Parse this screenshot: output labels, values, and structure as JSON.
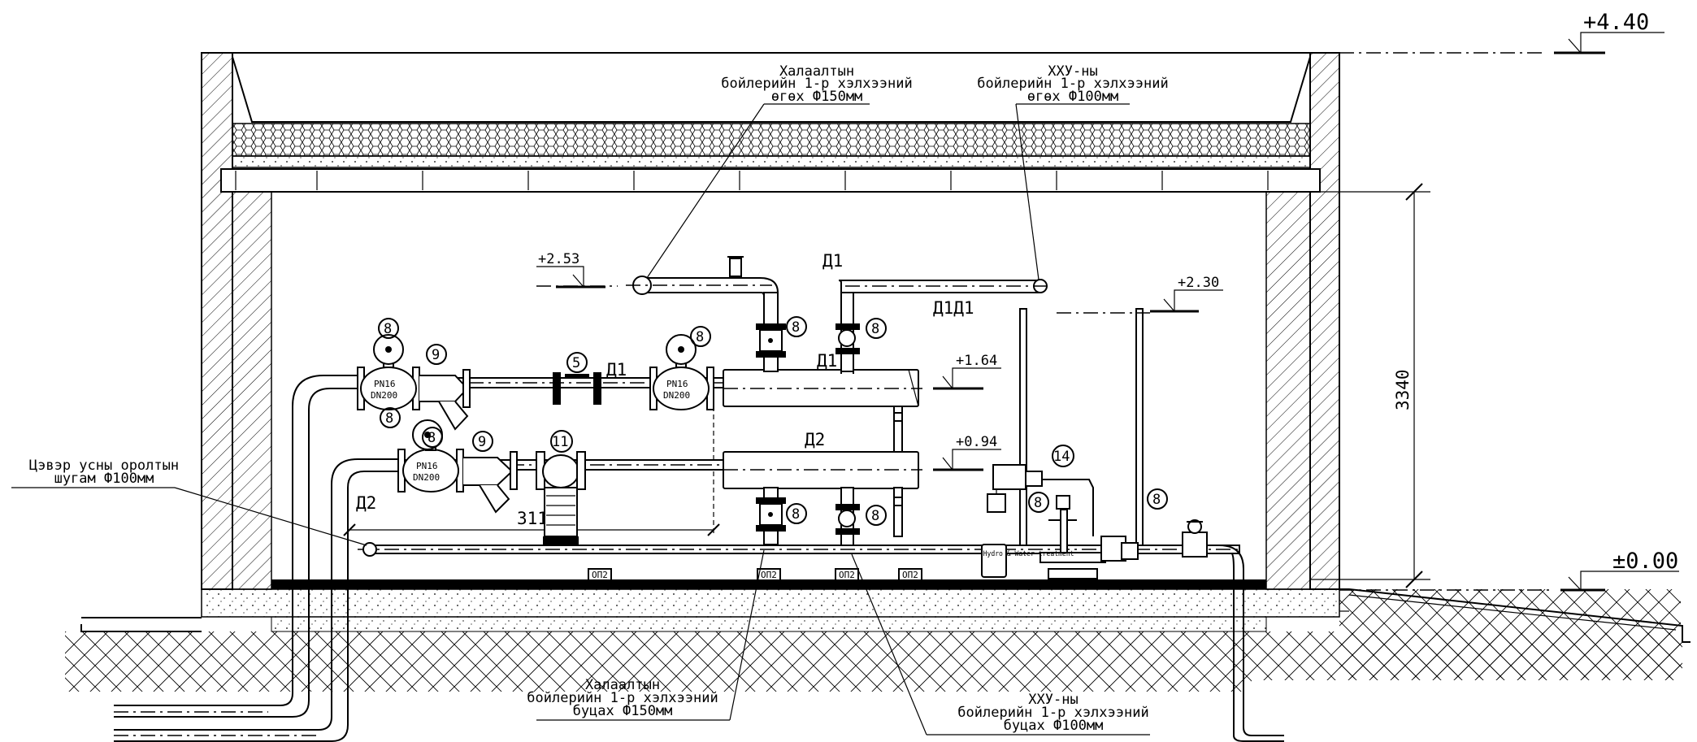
{
  "elevations": {
    "top": "+4.40",
    "ground": "±0.00",
    "e253": "+2.53",
    "e230": "+2.30",
    "e164": "+1.64",
    "e094": "+0.94"
  },
  "dimension_height": "3340",
  "dimension_length": "3110",
  "callouts": {
    "heating_supply": [
      "Халаалтын",
      "бойлерийн 1-р хэлхээний",
      "өгөх Ф150мм"
    ],
    "dhw_supply": [
      "ХХУ-ны",
      "бойлерийн 1-р хэлхээний",
      "өгөх Ф100мм"
    ],
    "clean_water": [
      "Цэвэр усны оролтын",
      "шугам Ф100мм"
    ],
    "heating_return": [
      "Халаалтын",
      "бойлерийн 1-р хэлхээний",
      "буцах Ф150мм"
    ],
    "dhw_return": [
      "ХХУ-ны",
      "бойлерийн 1-р хэлхээний",
      "буцах Ф100мм"
    ]
  },
  "line_labels": {
    "d1": "Д1",
    "d1d1": "Д1Д1",
    "d2": "Д2"
  },
  "item_numbers": {
    "n5": "5",
    "n8": "8",
    "n9": "9",
    "n11": "11",
    "n14": "14"
  },
  "valve_plate": {
    "pn": "PN16",
    "dn": "DN200"
  },
  "support_tag": "ОП2",
  "device_text": "Hydro & Water treatment"
}
